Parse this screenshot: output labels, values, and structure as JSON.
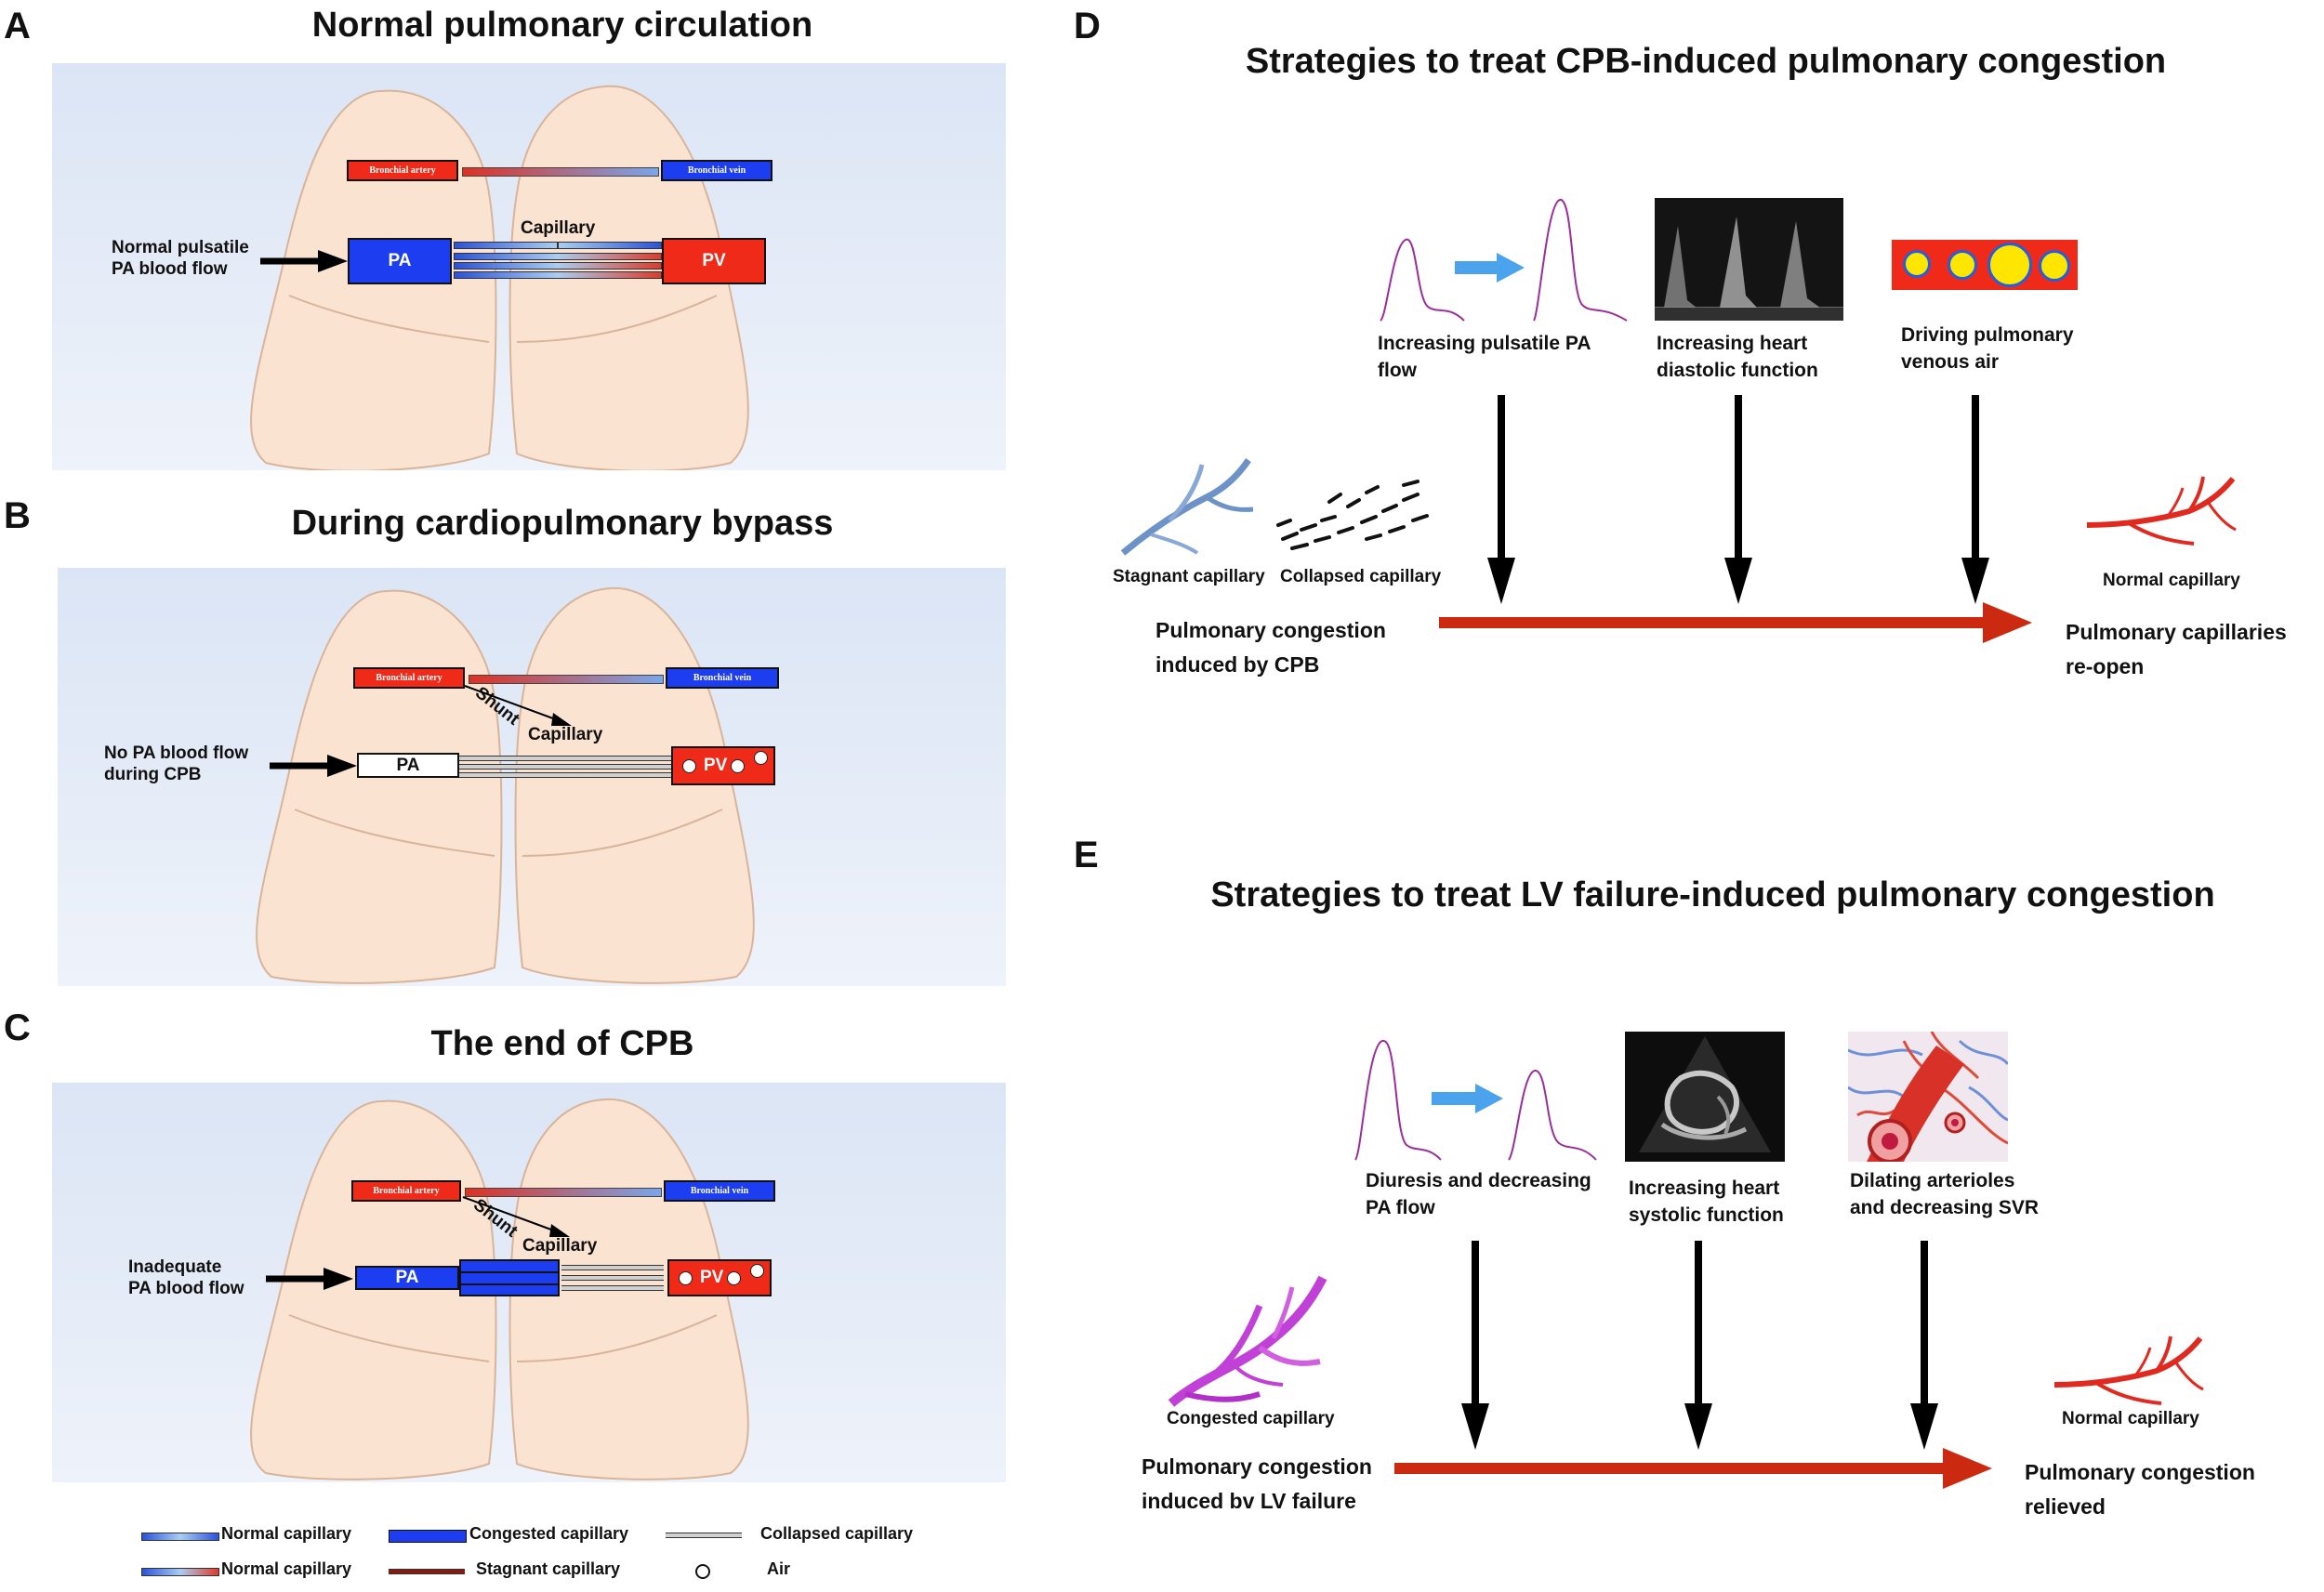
{
  "panels": {
    "A": {
      "letter": "A",
      "title": "Normal pulmonary circulation",
      "bronchial_artery": "Bronchial artery",
      "bronchial_vein": "Bronchial vein",
      "capillary": "Capillary",
      "pa": "PA",
      "pv": "PV",
      "flow_label": "Normal pulsatile\nPA blood flow"
    },
    "B": {
      "letter": "B",
      "title": "During cardiopulmonary bypass",
      "bronchial_artery": "Bronchial artery",
      "bronchial_vein": "Bronchial vein",
      "shunt": "Shunt",
      "capillary": "Capillary",
      "pa": "PA",
      "pv": "PV",
      "flow_label": "No PA blood flow\nduring CPB"
    },
    "C": {
      "letter": "C",
      "title": "The end of CPB",
      "bronchial_artery": "Bronchial artery",
      "bronchial_vein": "Bronchial vein",
      "shunt": "Shunt",
      "capillary": "Capillary",
      "pa": "PA",
      "pv": "PV",
      "flow_label": "Inadequate\nPA blood flow"
    },
    "D": {
      "letter": "D",
      "title": "Strategies to treat CPB-induced pulmonary congestion",
      "strategy_1": "Increasing pulsatile PA\nflow",
      "strategy_2": "Increasing heart\ndiastolic function",
      "strategy_3": "Driving pulmonary\nvenous air",
      "stagnant": "Stagnant capillary",
      "collapsed": "Collapsed capillary",
      "normal": "Normal capillary",
      "start": "Pulmonary congestion\ninduced by CPB",
      "end": "Pulmonary capillaries\nre-open"
    },
    "E": {
      "letter": "E",
      "title": "Strategies to treat LV failure-induced pulmonary congestion",
      "strategy_1": "Diuresis and decreasing\nPA flow",
      "strategy_2": "Increasing heart\nsystolic function",
      "strategy_3": "Dilating arterioles\nand decreasing SVR",
      "congested": "Congested capillary",
      "normal": "Normal capillary",
      "start": "Pulmonary congestion\ninduced bv LV failure",
      "end": "Pulmonary congestion\nrelieved"
    }
  },
  "legend": {
    "normal_1": "Normal capillary",
    "congested": "Congested capillary",
    "collapsed": "Collapsed capillary",
    "normal_2": "Normal capillary",
    "stagnant": "Stagnant capillary",
    "air": "Air"
  },
  "colors": {
    "artery_red": "#ef2a18",
    "vein_blue": "#1d3df0",
    "lung_fill": "#fbe3d2",
    "arrow_red": "#cc2a10",
    "panel_bg": "#dbe5f5"
  }
}
